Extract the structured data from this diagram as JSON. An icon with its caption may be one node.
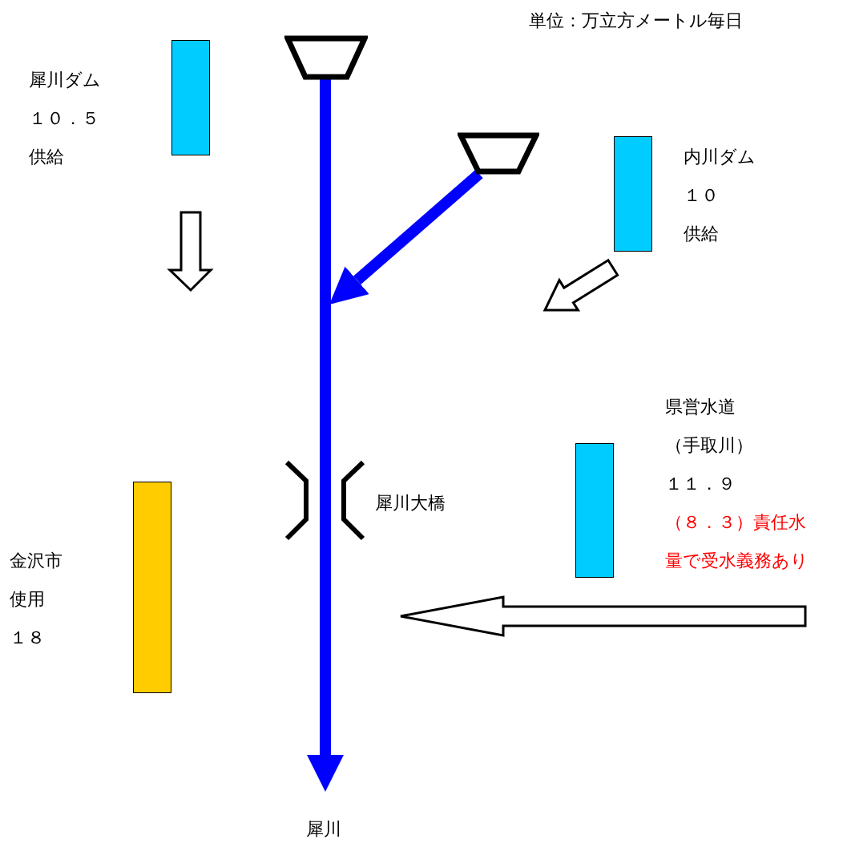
{
  "diagram": {
    "nodes": [
      {
        "text": [],
        "shape": "bar",
        "beside": [
          "犀川ダム",
          "１０．５",
          "供給"
        ]
      },
      {
        "text": [],
        "shape": "trapezoid"
      },
      {
        "text": [],
        "shape": "trapezoid"
      },
      {
        "text": [],
        "shape": "bar",
        "beside": [
          "内川ダム",
          "１０",
          "供給"
        ]
      },
      {
        "text": [],
        "shape": "bar",
        "beside": [
          "県営水道",
          "（手取川）",
          "１１．９",
          "（８．３）責任水量で受水義務あり"
        ]
      },
      {
        "text": [],
        "shape": "bar",
        "beside": [
          "金沢市",
          "使用",
          "１８"
        ]
      },
      {
        "text": [
          "犀川"
        ]
      }
    ],
    "edges": [
      {
        "from": 1,
        "to": 6,
        "arrow": "to"
      },
      {
        "from": 2,
        "to": null,
        "arrow": "to"
      }
    ],
    "labels": [
      "単位：万立方メートル毎日",
      "犀川大橋"
    ]
  }
}
